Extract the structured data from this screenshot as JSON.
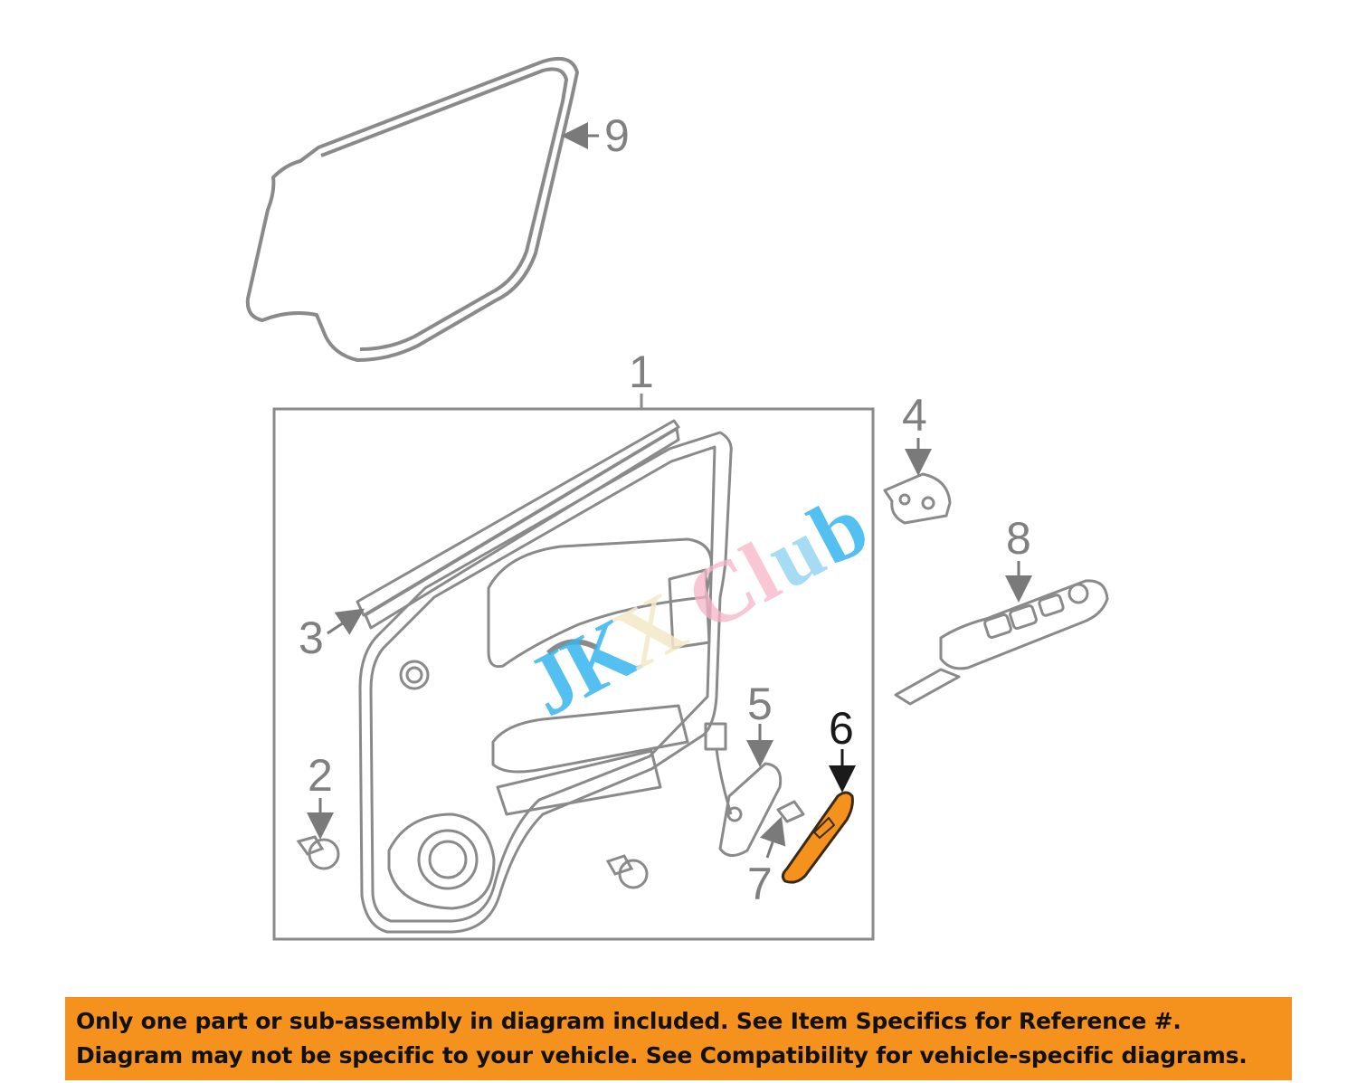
{
  "diagram": {
    "callouts": {
      "c1": "1",
      "c2": "2",
      "c3": "3",
      "c4": "4",
      "c5": "5",
      "c6": "6",
      "c7": "7",
      "c8": "8",
      "c9": "9"
    },
    "highlight_color": "#f5921e",
    "line_color": "#8a8a8a"
  },
  "watermark": {
    "letters": [
      "J",
      "K",
      "X",
      "C",
      "l",
      "u",
      "b"
    ],
    "colors": [
      "#35b5ee",
      "#35b5ee",
      "#f3e9c8",
      "#f6b3c6",
      "#f6b3c6",
      "#8fd3f1",
      "#35b5ee"
    ]
  },
  "banner": {
    "line1": "Only one part or sub-assembly in diagram included. See Item Specifics for Reference #.",
    "line2": "Diagram may not be specific to your vehicle. See Compatibility for vehicle-specific diagrams.",
    "color": "#f5921e"
  }
}
